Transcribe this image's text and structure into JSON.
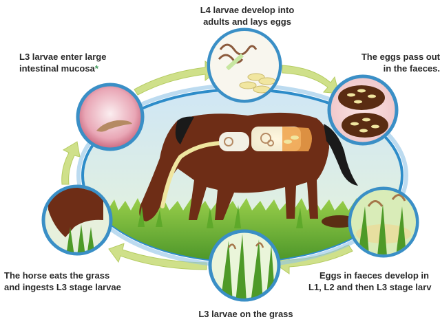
{
  "colors": {
    "arrow": "#cfe08a",
    "arrow_edge": "#b5cc62",
    "ellipse": "#2d8cc9",
    "ellipse_glow": "#8fc3e6",
    "horse_body": "#6e2d16",
    "horse_dark": "#4a1d0e",
    "mane_tail": "#1a1a1a",
    "grass": "#4e9a28",
    "grass_light": "#8cc640",
    "circle_border": "#3a8fc6",
    "gut": "#f2f0e4",
    "gut_orange": "#f0a24a",
    "larva": "#b58a63",
    "egg": "#f1e6a0"
  },
  "stages": [
    {
      "id": "adults",
      "lines": [
        "L4 larvae develop into",
        "adults and lays eggs"
      ],
      "icon": "worms-and-eggs-icon"
    },
    {
      "id": "eggs-out",
      "lines": [
        "The eggs pass out",
        "in the faeces."
      ],
      "icon": "faeces-eggs-icon"
    },
    {
      "id": "develop",
      "lines": [
        "Eggs in faeces develop in",
        "L1, L2 and then L3 stage larv"
      ],
      "icon": "larvae-on-dung-icon"
    },
    {
      "id": "on-grass",
      "lines": [
        "L3 larvae on the grass"
      ],
      "icon": "grass-larvae-icon"
    },
    {
      "id": "ingest",
      "lines": [
        "The horse eats the grass",
        "and ingests L3 stage larvae"
      ],
      "icon": "horse-grazing-icon"
    },
    {
      "id": "mucosa",
      "lines": [
        "L3 larvae enter large",
        "intestinal mucosa"
      ],
      "footnote_mark": "*",
      "icon": "mucosa-larva-icon"
    }
  ]
}
